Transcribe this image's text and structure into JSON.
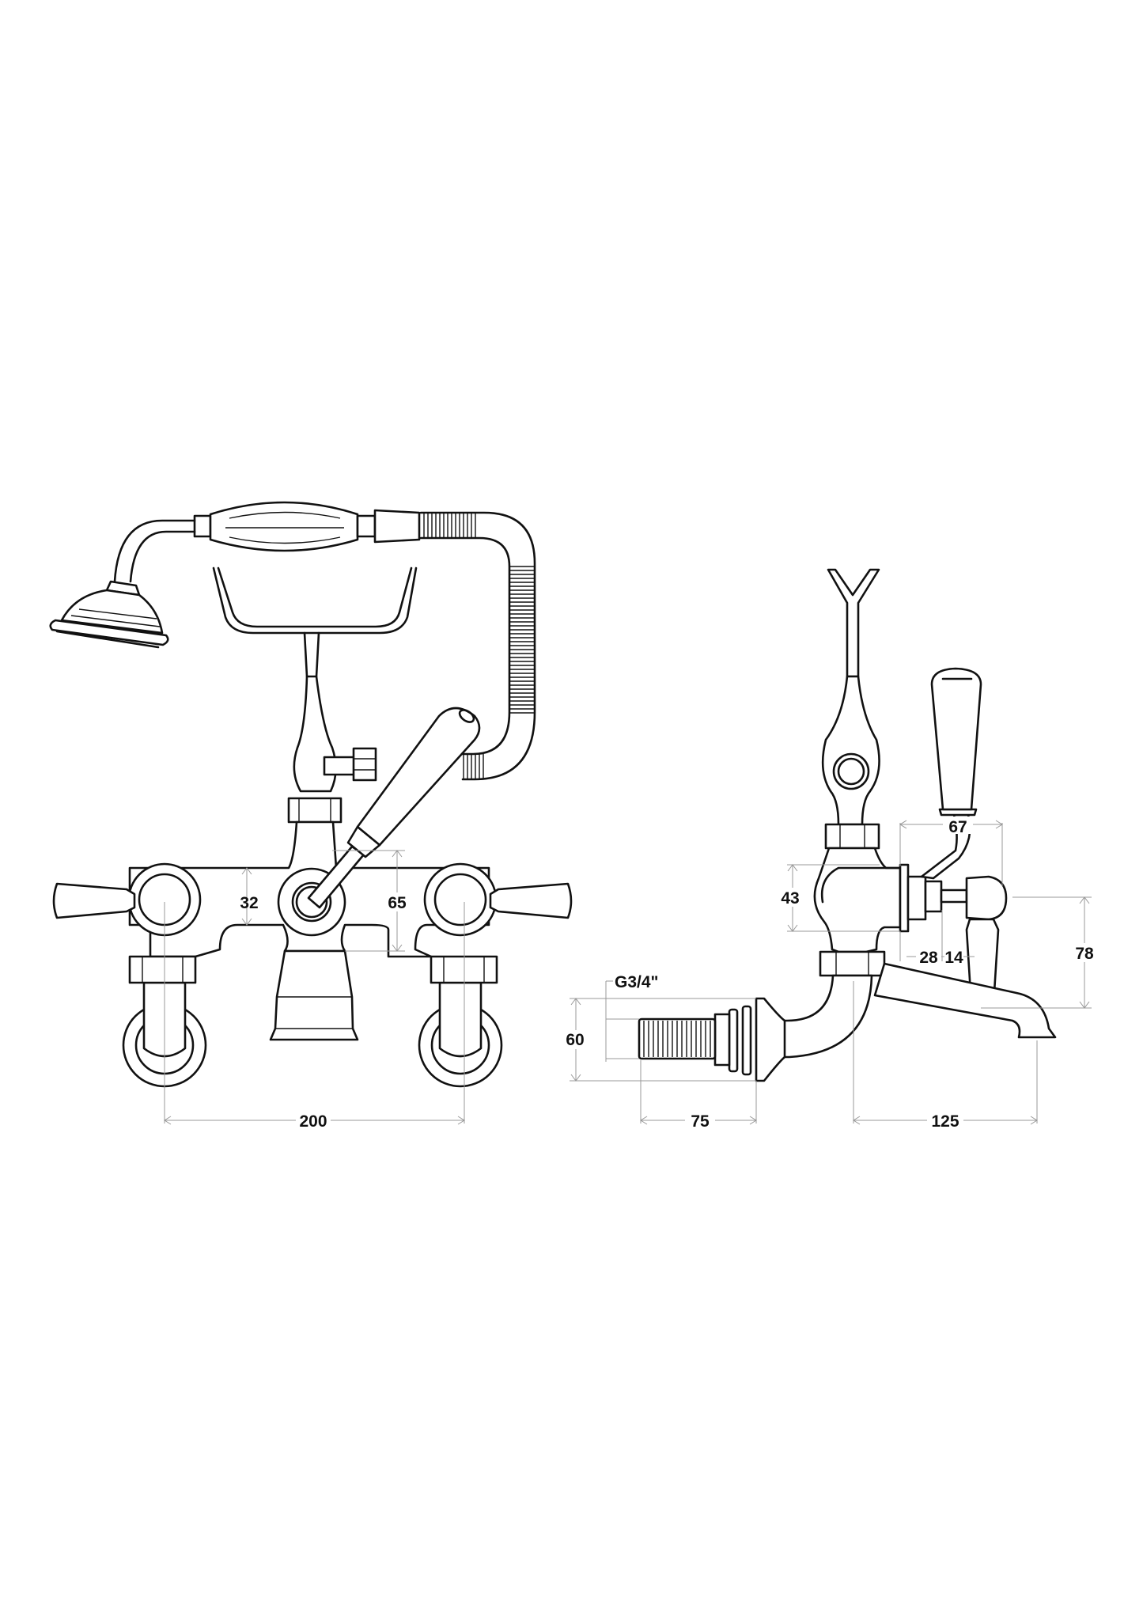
{
  "diagram": {
    "line_color": "#111111",
    "dimension_line_color": "#999999",
    "front_view": {
      "dimensions": {
        "body_height": "32",
        "lever_height": "65",
        "centres": "200"
      }
    },
    "side_view": {
      "dimensions": {
        "lever_reach": "67",
        "body_height": "43",
        "spindle_a": "28",
        "spindle_b": "14",
        "handle_height": "78",
        "thread": "G3/4\"",
        "flange": "60",
        "wall_projection": "75",
        "spout_reach": "125"
      }
    }
  }
}
